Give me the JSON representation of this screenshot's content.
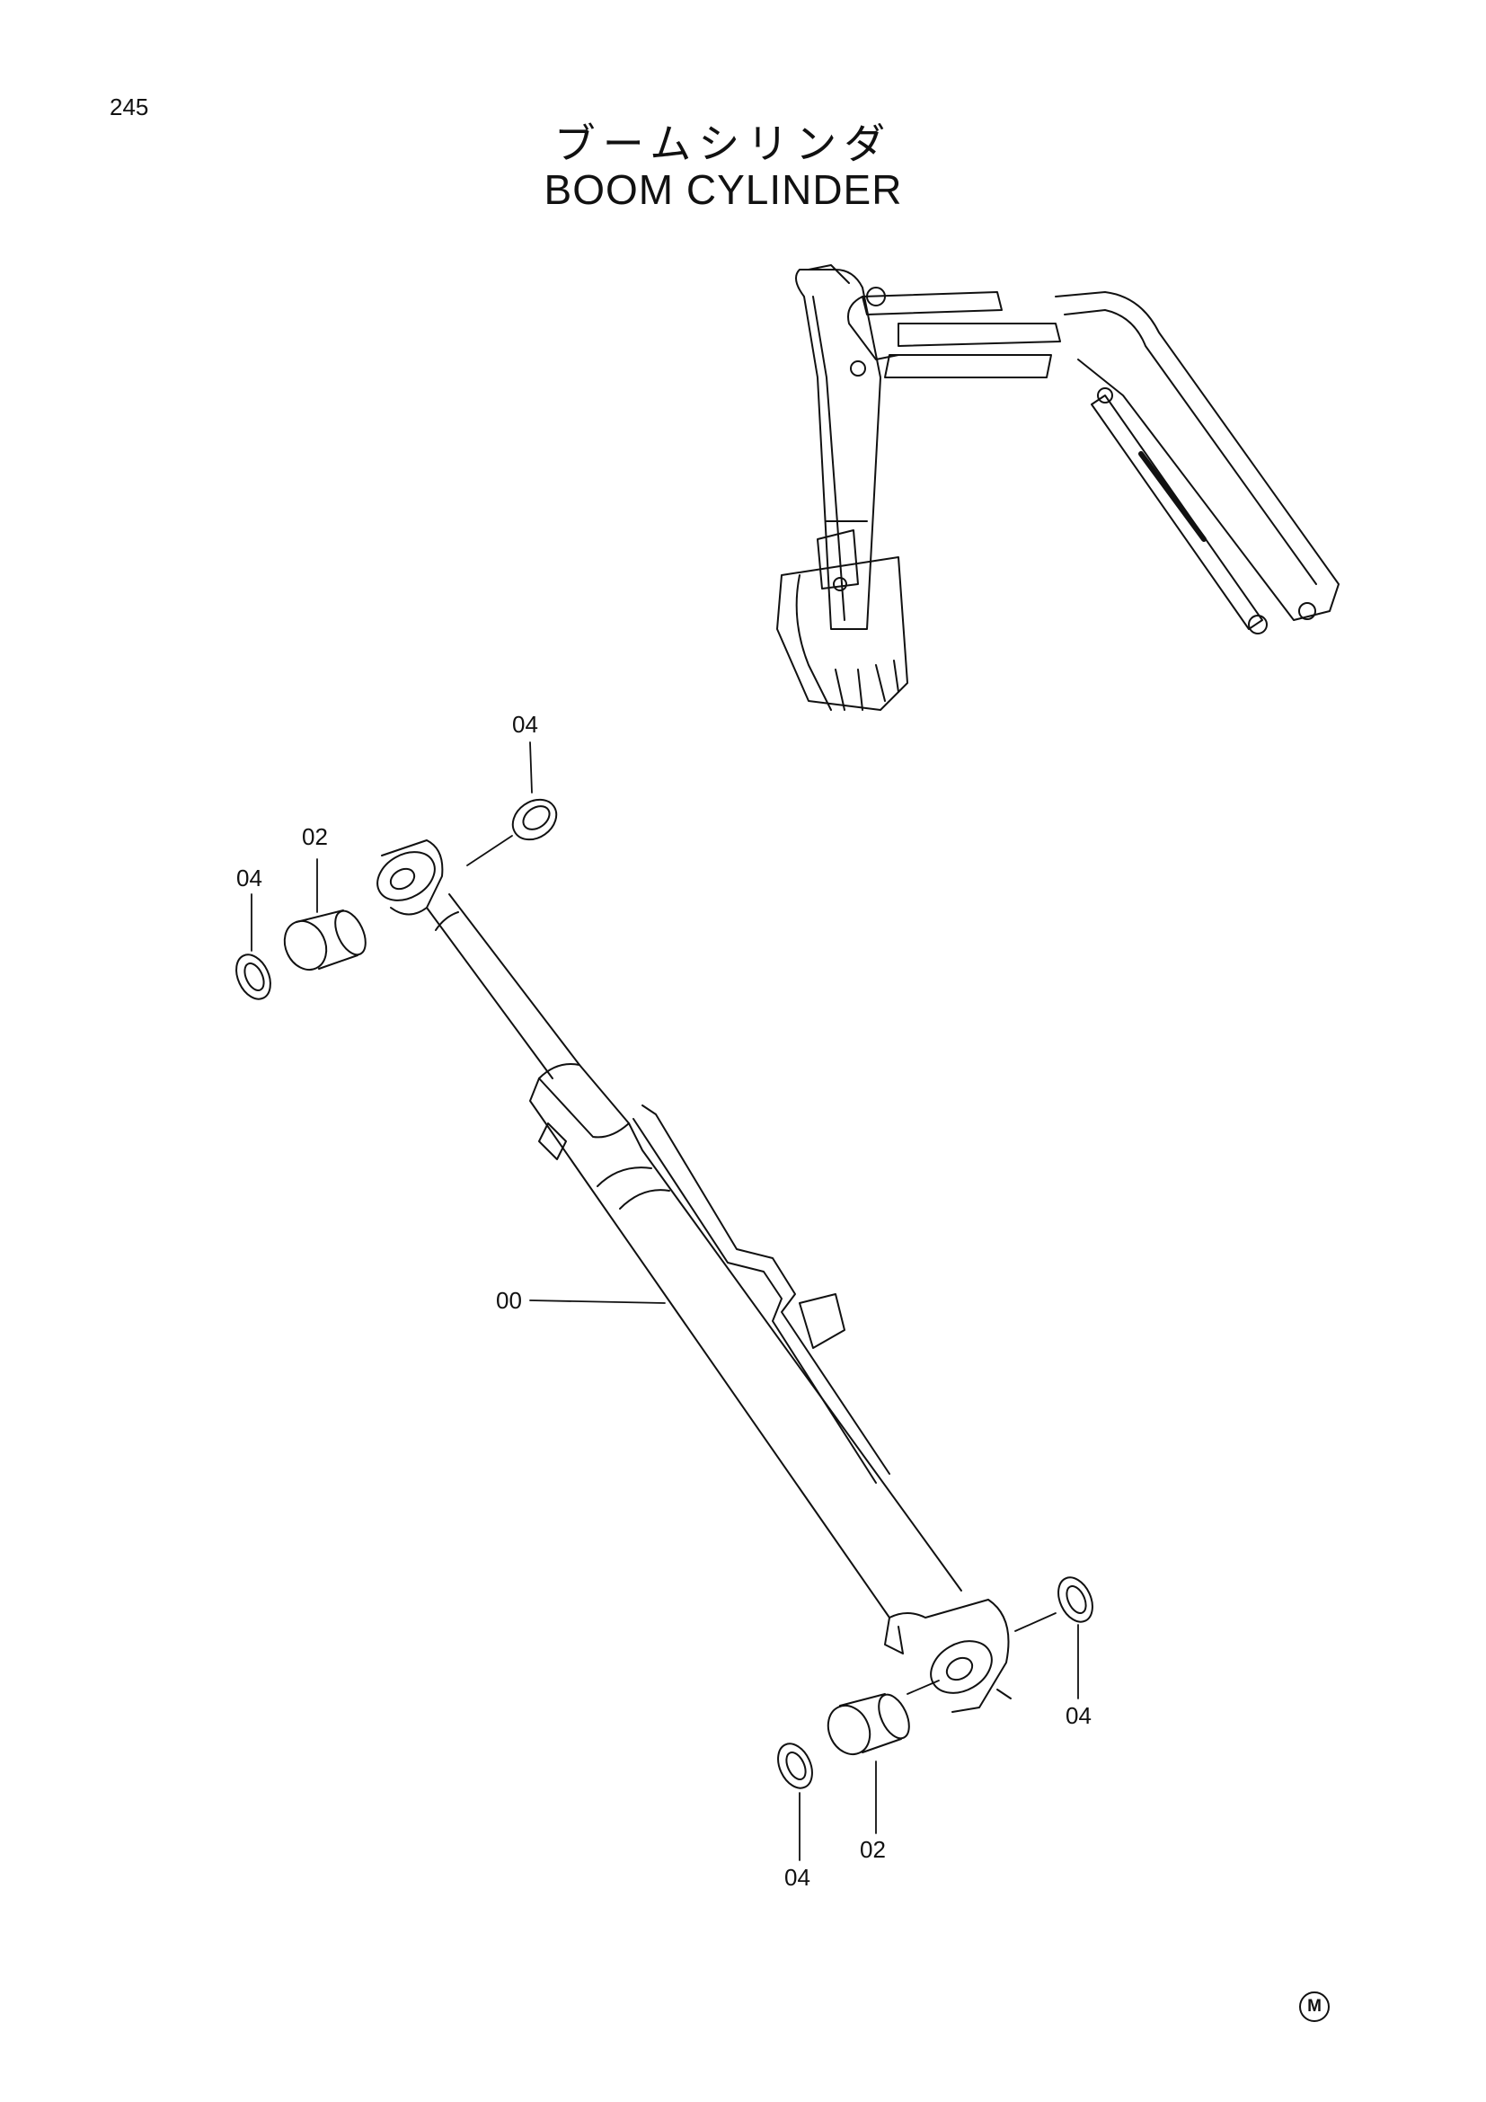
{
  "page": {
    "number": "245",
    "title_jp": "ブームシリンダ",
    "title_en": "BOOM CYLINDER",
    "mark": "M"
  },
  "callouts": [
    {
      "id": "c04-top",
      "text": "04"
    },
    {
      "id": "c02-top",
      "text": "02"
    },
    {
      "id": "c04-left",
      "text": "04"
    },
    {
      "id": "c00",
      "text": "00"
    },
    {
      "id": "c04-right",
      "text": "04"
    },
    {
      "id": "c02-bottom",
      "text": "02"
    },
    {
      "id": "c04-bottom",
      "text": "04"
    }
  ],
  "colors": {
    "line": "#111111",
    "background": "#ffffff"
  }
}
